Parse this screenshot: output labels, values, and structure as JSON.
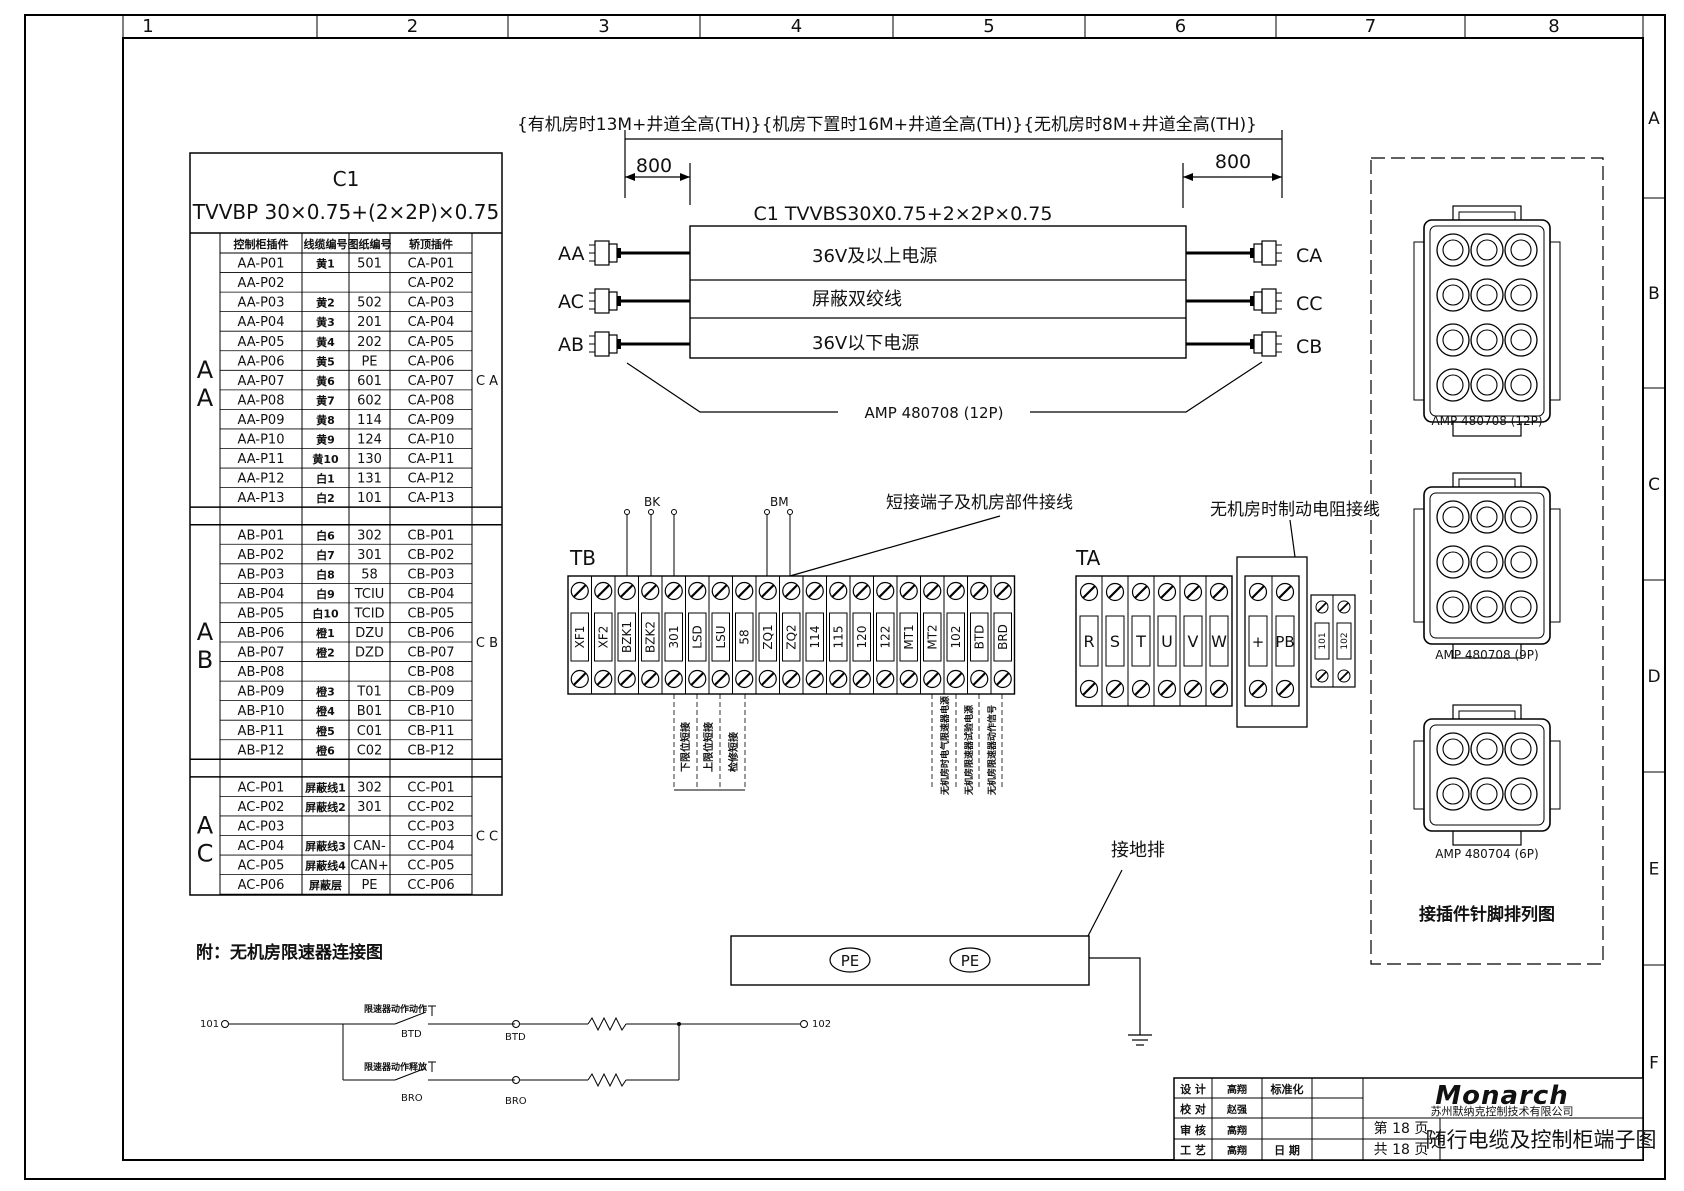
{
  "frame": {
    "cols": [
      "1",
      "2",
      "3",
      "4",
      "5",
      "6",
      "7",
      "8"
    ],
    "rows": [
      "A",
      "B",
      "C",
      "D",
      "E",
      "F"
    ]
  },
  "cable": {
    "length_label": "{有机房时13M+井道全高(TH)}{机房下置时16M+井道全高(TH)}{无机房时8M+井道全高(TH)}",
    "left_dim": "800",
    "right_dim": "800",
    "title": "C1   TVVBS30X0.75+2×2P×0.75",
    "bands": [
      "36V及以上电源",
      "屏蔽双绞线",
      "36V以下电源"
    ],
    "left_plugs": [
      "AA",
      "AC",
      "AB"
    ],
    "right_plugs": [
      "CA",
      "CC",
      "CB"
    ],
    "connector_label": "AMP 480708 (12P)"
  },
  "wiring_table": {
    "title": "C1",
    "spec": "TVVBP 30×0.75+(2×2P)×0.75",
    "headers": [
      "控制柜插件",
      "线缆编号",
      "图纸编号",
      "轿顶插件"
    ],
    "groups": [
      {
        "left": [
          "A",
          "A"
        ],
        "right": "C A",
        "rows": [
          [
            "AA-P01",
            "黄1",
            "501",
            "CA-P01"
          ],
          [
            "AA-P02",
            "",
            "",
            "CA-P02"
          ],
          [
            "AA-P03",
            "黄2",
            "502",
            "CA-P03"
          ],
          [
            "AA-P04",
            "黄3",
            "201",
            "CA-P04"
          ],
          [
            "AA-P05",
            "黄4",
            "202",
            "CA-P05"
          ],
          [
            "AA-P06",
            "黄5",
            "PE",
            "CA-P06"
          ],
          [
            "AA-P07",
            "黄6",
            "601",
            "CA-P07"
          ],
          [
            "AA-P08",
            "黄7",
            "602",
            "CA-P08"
          ],
          [
            "AA-P09",
            "黄8",
            "114",
            "CA-P09"
          ],
          [
            "AA-P10",
            "黄9",
            "124",
            "CA-P10"
          ],
          [
            "AA-P11",
            "黄10",
            "130",
            "CA-P11"
          ],
          [
            "AA-P12",
            "白1",
            "131",
            "CA-P12"
          ],
          [
            "AA-P13",
            "白2",
            "101",
            "CA-P13"
          ]
        ]
      },
      {
        "left": [
          "A",
          "B"
        ],
        "right": "C B",
        "rows": [
          [
            "AB-P01",
            "白6",
            "302",
            "CB-P01"
          ],
          [
            "AB-P02",
            "白7",
            "301",
            "CB-P02"
          ],
          [
            "AB-P03",
            "白8",
            "58",
            "CB-P03"
          ],
          [
            "AB-P04",
            "白9",
            "TCIU",
            "CB-P04"
          ],
          [
            "AB-P05",
            "白10",
            "TCID",
            "CB-P05"
          ],
          [
            "AB-P06",
            "橙1",
            "DZU",
            "CB-P06"
          ],
          [
            "AB-P07",
            "橙2",
            "DZD",
            "CB-P07"
          ],
          [
            "AB-P08",
            "",
            "",
            "CB-P08"
          ],
          [
            "AB-P09",
            "橙3",
            "T01",
            "CB-P09"
          ],
          [
            "AB-P10",
            "橙4",
            "B01",
            "CB-P10"
          ],
          [
            "AB-P11",
            "橙5",
            "C01",
            "CB-P11"
          ],
          [
            "AB-P12",
            "橙6",
            "C02",
            "CB-P12"
          ]
        ]
      },
      {
        "left": [
          "A",
          "C"
        ],
        "right": "C C",
        "rows": [
          [
            "AC-P01",
            "屏蔽线1",
            "302",
            "CC-P01"
          ],
          [
            "AC-P02",
            "屏蔽线2",
            "301",
            "CC-P02"
          ],
          [
            "AC-P03",
            "",
            "",
            "CC-P03"
          ],
          [
            "AC-P04",
            "屏蔽线3",
            "CAN-",
            "CC-P04"
          ],
          [
            "AC-P05",
            "屏蔽线4",
            "CAN+",
            "CC-P05"
          ],
          [
            "AC-P06",
            "屏蔽层",
            "PE",
            "CC-P06"
          ]
        ]
      }
    ]
  },
  "tb": {
    "label": "TB",
    "callout": "短接端子及机房部件接线",
    "bk": "BK",
    "bm": "BM",
    "terminals": [
      "XF1",
      "XF2",
      "BZK1",
      "BZK2",
      "301",
      "LSD",
      "LSU",
      "58",
      "ZQ1",
      "ZQ2",
      "114",
      "115",
      "120",
      "122",
      "MT1",
      "MT2",
      "102",
      "BTD",
      "BRD"
    ],
    "notes_a": [
      "下限位短接",
      "上限位短接",
      "检修短接"
    ],
    "notes_b": [
      "无机房时电气限速器电源",
      "无机房限速器试验电源",
      "无机房限速器动作信号"
    ]
  },
  "ta": {
    "label": "TA",
    "callout": "无机房时制动电阻接线",
    "terminals": [
      "R",
      "S",
      "T",
      "U",
      "V",
      "W"
    ],
    "resistor_terminals": [
      "+",
      "PB"
    ],
    "small_terminals": [
      "101",
      "102"
    ]
  },
  "ground": {
    "label": "接地排",
    "pe": [
      "PE",
      "PE"
    ]
  },
  "governor": {
    "title": "附：无机房限速器连接图",
    "n101": "101",
    "n102": "102",
    "sw1": "限速器动作动作",
    "sw2": "限速器动作释放",
    "btd1": "BTD",
    "btd2": "BTD",
    "bro1": "BRO",
    "bro2": "BRO"
  },
  "connectors": {
    "c12": "AMP 480708 (12P)",
    "c9": "AMP 480708 (9P)",
    "c6": "AMP 480704 (6P)",
    "caption": "接插件针脚排列图"
  },
  "title_block": {
    "roles": [
      "设 计",
      "校 对",
      "审 核",
      "工 艺"
    ],
    "names": [
      "高翔",
      "赵强",
      "高翔",
      "高翔"
    ],
    "std": "标准化",
    "date": "日 期",
    "logo": "Monarch",
    "company": "苏州默纳克控制技术有限公司",
    "page": "第 18 页",
    "total": "共 18 页",
    "title": "随行电缆及控制柜端子图"
  }
}
